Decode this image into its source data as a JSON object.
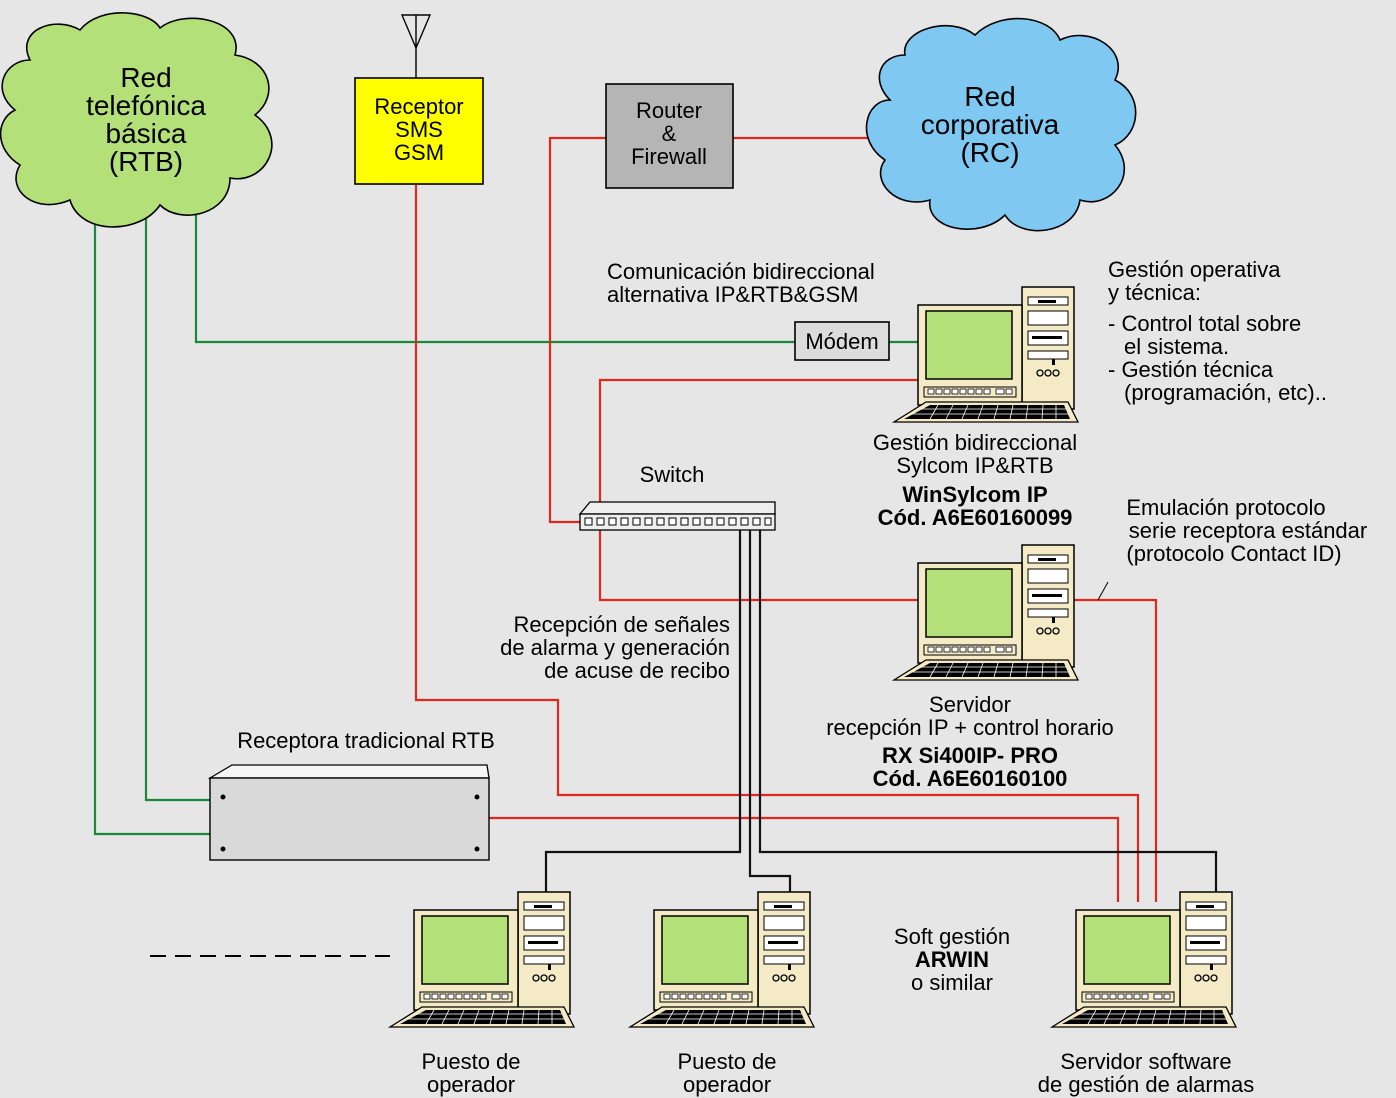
{
  "clouds": {
    "rtb": [
      "Red",
      "telefónica",
      "básica",
      "(RTB)"
    ],
    "rc": [
      "Red",
      "corporativa",
      "(RC)"
    ]
  },
  "receptor_sms": [
    "Receptor",
    "SMS",
    "GSM"
  ],
  "router": [
    "Router",
    "&",
    "Firewall"
  ],
  "modem_label": "Módem",
  "switch_label": "Switch",
  "comm_alt": [
    "Comunicación bidireccional",
    "alternativa IP&RTB&GSM"
  ],
  "gestion_operativa": [
    "Gestión operativa",
    "y técnica:",
    "- Control total sobre",
    "el sistema.",
    "- Gestión técnica",
    "(programación, etc).."
  ],
  "winsylcom": {
    "lines": [
      "Gestión bidireccional",
      "Sylcom IP&RTB"
    ],
    "product": "WinSylcom IP",
    "code": "Cód. A6E60160099"
  },
  "emulacion": [
    "Emulación protocolo",
    "serie receptora estándar",
    "(protocolo Contact ID)"
  ],
  "recepcion": [
    "Recepción de señales",
    "de alarma y generación",
    "de acuse de recibo"
  ],
  "servidor_ip": {
    "lines": [
      "Servidor",
      "recepción IP + control horario"
    ],
    "product": "RX Si400IP- PRO",
    "code": "Cód. A6E60160100"
  },
  "receptora_rtb": "Receptora tradicional RTB",
  "soft": {
    "line1": "Soft gestión",
    "product": "ARWIN",
    "line3": "o similar"
  },
  "puesto1": [
    "Puesto de",
    "operador"
  ],
  "puesto2": [
    "Puesto de",
    "operador"
  ],
  "servidor_sw": [
    "Servidor software",
    "de gestión de alarmas"
  ],
  "colors": {
    "background": "#e6e6e6",
    "rtb_cloud": "#b4e07a",
    "rc_cloud": "#7ec8f2",
    "sms_box": "#ffff00",
    "router_box": "#b5b5b5",
    "screen": "#b4e07a",
    "pc_body": "#f4eac6",
    "green_line": "#1a8a3a",
    "red_line": "#e0291c"
  }
}
